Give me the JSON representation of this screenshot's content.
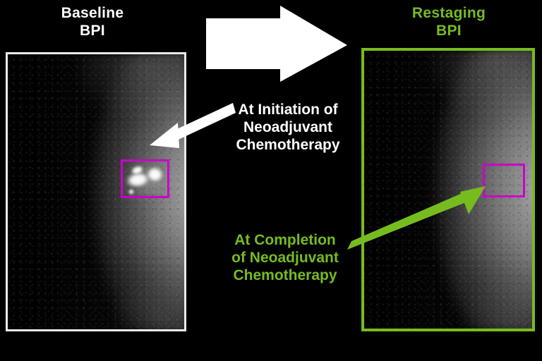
{
  "figure": {
    "background_color": "#000000",
    "accent_green": "#77bc1f",
    "roi_color": "#cc00cc",
    "white": "#ffffff"
  },
  "panels": {
    "left": {
      "title": "Baseline\nBPI",
      "title_color": "#ffffff",
      "border_color": "#e9e9e9",
      "roi_label": "roi-box-baseline",
      "lesion_present": true
    },
    "right": {
      "title": "Restaging\nBPI",
      "title_color": "#77bc1f",
      "border_color": "#77bc1f",
      "roi_label": "roi-box-restaging",
      "lesion_present": false
    }
  },
  "annotations": {
    "initiation": {
      "text": "At Initiation of\nNeoadjuvant\nChemotherapy",
      "color": "#ffffff"
    },
    "completion": {
      "text": "At Completion\nof Neoadjuvant\nChemotherapy",
      "color": "#77bc1f"
    }
  },
  "arrows": {
    "transition": "block-arrow-right-icon",
    "baseline_pointer": "arrow-down-left-icon",
    "restaging_pointer": "arrow-up-right-icon"
  }
}
